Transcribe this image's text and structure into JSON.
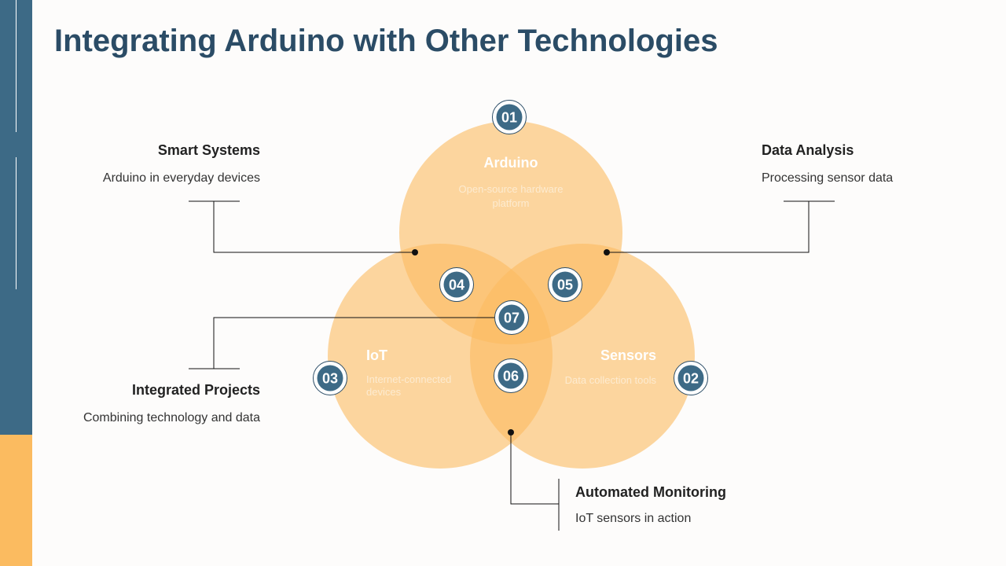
{
  "title": "Integrating Arduino with Other Technologies",
  "circles": {
    "arduino": {
      "title": "Arduino",
      "desc": "Open-source hardware platform"
    },
    "iot": {
      "title": "IoT",
      "desc": "Internet-connected devices"
    },
    "sensors": {
      "title": "Sensors",
      "desc": "Data collection tools"
    }
  },
  "badges": [
    "01",
    "02",
    "03",
    "04",
    "05",
    "06",
    "07"
  ],
  "callouts": {
    "smart": {
      "title": "Smart Systems",
      "desc": "Arduino in everyday devices"
    },
    "data": {
      "title": "Data Analysis",
      "desc": "Processing sensor data"
    },
    "integrated": {
      "title": "Integrated Projects",
      "desc": "Combining technology and data"
    },
    "automated": {
      "title": "Automated Monitoring",
      "desc": "IoT sensors in action"
    }
  },
  "colors": {
    "primary": "#3d6a86",
    "accent": "#fbbb60",
    "title": "#2b4c66"
  }
}
